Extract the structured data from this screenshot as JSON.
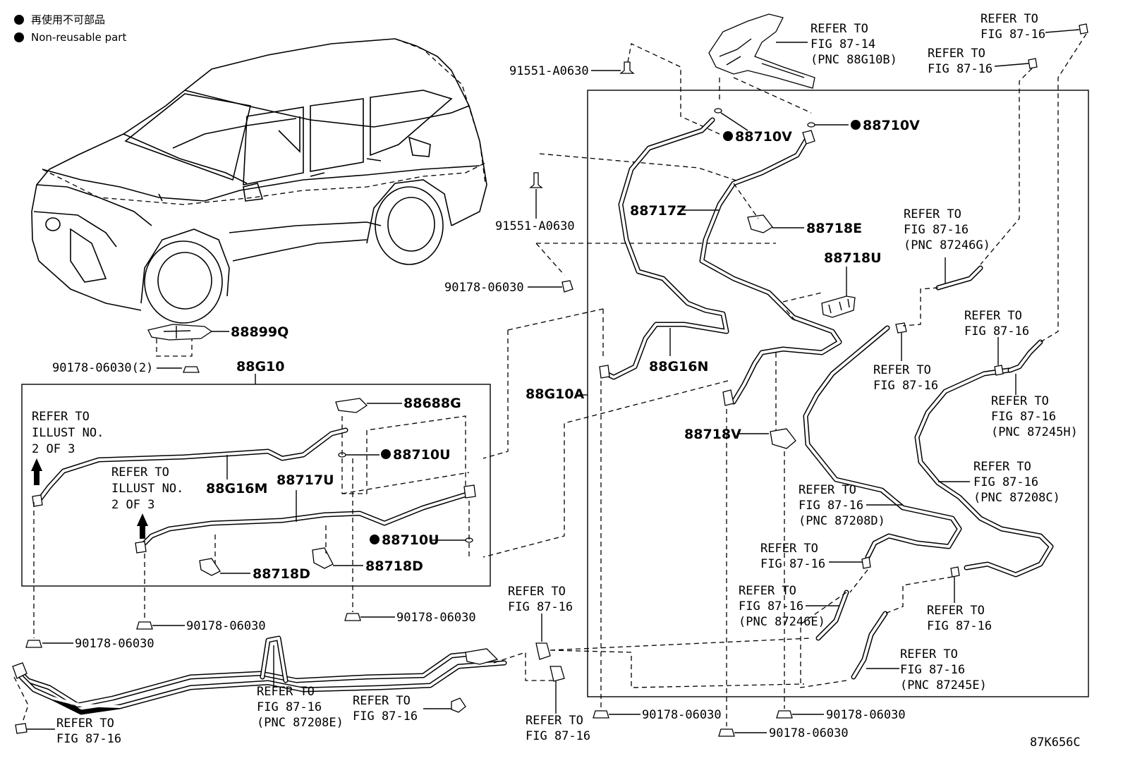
{
  "legend": {
    "jp": "再使用不可部品",
    "en": "Non-reusable part"
  },
  "diagram_id": "87K656C",
  "callouts": {
    "c1": "88899Q",
    "c2": "90178-06030(2)",
    "c3": "88G10",
    "c4": "REFER TO",
    "c4b": "ILLUST NO.",
    "c4c": "2 OF 3",
    "c5": "REFER TO",
    "c5b": "ILLUST NO.",
    "c5c": "2 OF 3",
    "c6": "88688G",
    "c7": "88710U",
    "c8": "88G16M",
    "c9": "88717U",
    "c10": "88710U",
    "c11": "88718D",
    "c12": "88718D",
    "c13": "90178-06030",
    "c14": "90178-06030",
    "c15": "90178-06030",
    "c16": "91551-A0630",
    "c17": "91551-A0630",
    "c18": "90178-06030",
    "c19": "REFER TO",
    "c19b": "FIG 87-14",
    "c19c": "(PNC 88G10B)",
    "c20": "88710V",
    "c21": "88710V",
    "c22": "88717Z",
    "c23": "88718E",
    "c24": "88718U",
    "c25": "88G16N",
    "c26": "88G10A",
    "c27": "88718V",
    "c28": "REFER TO",
    "c28b": "FIG 87-16",
    "c29": "REFER TO",
    "c29b": "FIG 87-16",
    "c30": "REFER TO",
    "c30b": "FIG 87-16",
    "c30c": "(PNC 87246G)",
    "c31": "REFER TO",
    "c31b": "FIG 87-16",
    "c32": "REFER TO",
    "c32b": "FIG 87-16",
    "c33": "REFER TO",
    "c33b": "FIG 87-16",
    "c33c": "(PNC 87245H)",
    "c34": "REFER TO",
    "c34b": "FIG 87-16",
    "c34c": "(PNC 87208C)",
    "c35": "REFER TO",
    "c35b": "FIG 87-16",
    "c35c": "(PNC 87208D)",
    "c36": "REFER TO",
    "c36b": "FIG 87-16",
    "c37": "REFER TO",
    "c37b": "FIG 87-16",
    "c37c": "(PNC 87246E)",
    "c38": "REFER TO",
    "c38b": "FIG 87-16",
    "c39": "REFER TO",
    "c39b": "FIG 87-16",
    "c39c": "(PNC 87245E)",
    "c40": "REFER TO",
    "c40b": "FIG 87-16",
    "c41": "REFER TO",
    "c41b": "FIG 87-16",
    "c41c": "(PNC 87208E)",
    "c42": "REFER TO",
    "c42b": "FIG 87-16",
    "c43": "REFER TO",
    "c43b": "FIG 87-16",
    "c44": "REFER TO",
    "c44b": "FIG 87-16",
    "c45": "90178-06030",
    "c46": "90178-06030",
    "c47": "90178-06030"
  }
}
